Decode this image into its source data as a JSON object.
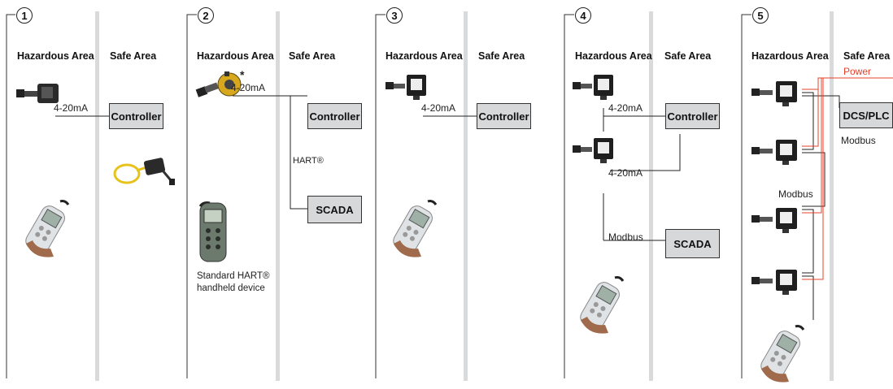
{
  "headers": {
    "hazardous": "Hazardous Area",
    "safe": "Safe Area"
  },
  "panels": [
    {
      "number": "1"
    },
    {
      "number": "2"
    },
    {
      "number": "3"
    },
    {
      "number": "4"
    },
    {
      "number": "5"
    }
  ],
  "labels": {
    "ma_4_20": "4-20mA",
    "controller": "Controller",
    "scada": "SCADA",
    "hart": "HART®",
    "handheld_line1": "Standard HART®",
    "handheld_line2": "handheld device",
    "modbus": "Modbus",
    "dcs_plc": "DCS/PLC",
    "power": "Power",
    "asterisk": "*"
  },
  "colors": {
    "divider": "#cfd1d3",
    "box_fill": "#d6d8da",
    "power_line": "#e8402a",
    "wire": "#222222"
  }
}
